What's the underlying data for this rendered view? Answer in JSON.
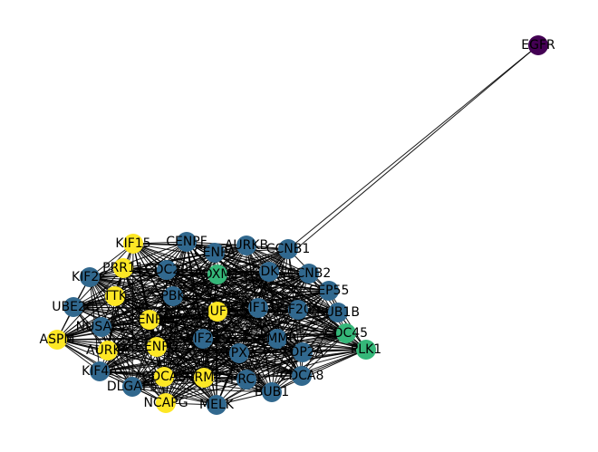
{
  "colors": {
    "cluster_blue": "#31688e",
    "cluster_green": "#35b779",
    "cluster_yellow": "#fde725",
    "hub_purple": "#440154",
    "edge": "#000000",
    "background": "#ffffff"
  },
  "chart_data": {
    "type": "network",
    "nodes": [
      {
        "id": "EGFR",
        "label": "EGFR",
        "group": "purple"
      },
      {
        "id": "KIF15",
        "label": "KIF15",
        "group": "yellow"
      },
      {
        "id": "CENPF",
        "label": "CENPF",
        "group": "blue"
      },
      {
        "id": "CENPA",
        "label": "CENPA",
        "group": "blue"
      },
      {
        "id": "AURKB",
        "label": "AURKB",
        "group": "blue"
      },
      {
        "id": "CCNB1",
        "label": "CCNB1",
        "group": "blue"
      },
      {
        "id": "PRR11",
        "label": "PRR11",
        "group": "yellow"
      },
      {
        "id": "KIF2C",
        "label": "KIF2C",
        "group": "blue"
      },
      {
        "id": "CDC20",
        "label": "CDC20",
        "group": "blue"
      },
      {
        "id": "FOXM1",
        "label": "FOXM1",
        "group": "green"
      },
      {
        "id": "CDK1",
        "label": "CDK1",
        "group": "blue"
      },
      {
        "id": "CCNB2",
        "label": "CCNB2",
        "group": "blue"
      },
      {
        "id": "TTK",
        "label": "TTK",
        "group": "yellow"
      },
      {
        "id": "PBK",
        "label": "PBK",
        "group": "blue"
      },
      {
        "id": "CEP55",
        "label": "CEP55",
        "group": "blue"
      },
      {
        "id": "UBE2C",
        "label": "UBE2C",
        "group": "blue"
      },
      {
        "id": "BUB1B",
        "label": "BUB1B",
        "group": "blue"
      },
      {
        "id": "NUF2",
        "label": "NUF2",
        "group": "yellow"
      },
      {
        "id": "KIF11",
        "label": "KIF11",
        "group": "blue"
      },
      {
        "id": "KIF20A",
        "label": "KIF20A",
        "group": "blue"
      },
      {
        "id": "NUSAP1",
        "label": "NUSAP1",
        "group": "blue"
      },
      {
        "id": "CENPE",
        "label": "CENPE",
        "group": "yellow"
      },
      {
        "id": "CDC45",
        "label": "CDC45",
        "group": "green"
      },
      {
        "id": "ASPM",
        "label": "ASPM",
        "group": "yellow"
      },
      {
        "id": "AURKA",
        "label": "AURKA",
        "group": "yellow"
      },
      {
        "id": "CENPU",
        "label": "CENPU",
        "group": "yellow"
      },
      {
        "id": "KIF23",
        "label": "KIF23",
        "group": "blue"
      },
      {
        "id": "TPX2",
        "label": "TPX2",
        "group": "blue"
      },
      {
        "id": "HMMR",
        "label": "HMMR",
        "group": "blue"
      },
      {
        "id": "TOP2A",
        "label": "TOP2A",
        "group": "blue"
      },
      {
        "id": "PLK1",
        "label": "PLK1",
        "group": "green"
      },
      {
        "id": "KIF4A",
        "label": "KIF4A",
        "group": "blue"
      },
      {
        "id": "CDCA8",
        "label": "CDCA8",
        "group": "yellow"
      },
      {
        "id": "RRM2",
        "label": "RRM2",
        "group": "yellow"
      },
      {
        "id": "PRC1",
        "label": "PRC1",
        "group": "blue"
      },
      {
        "id": "CDCA8b",
        "label": "CDCA8",
        "group": "blue"
      },
      {
        "id": "DLGAP5",
        "label": "DLGAP5",
        "group": "blue"
      },
      {
        "id": "BUB1",
        "label": "BUB1",
        "group": "blue"
      },
      {
        "id": "NCAPG",
        "label": "NCAPG",
        "group": "yellow"
      },
      {
        "id": "MELK",
        "label": "MELK",
        "group": "blue"
      }
    ],
    "hub_links": [
      "CCNB1",
      "CDK1"
    ]
  }
}
